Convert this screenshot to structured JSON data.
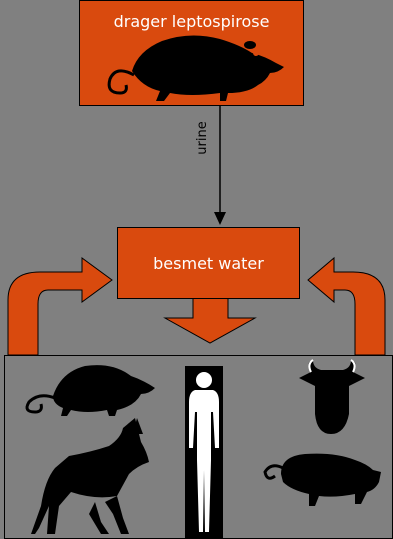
{
  "diagram": {
    "source_label": "drager leptospirose",
    "transmission_label": "urine",
    "medium_label": "besmet water",
    "hosts": [
      "rat",
      "dog",
      "human",
      "cow",
      "pig"
    ]
  },
  "colors": {
    "background": "#808080",
    "box_fill": "#d94a0e",
    "silhouette": "#000000",
    "human": "#ffffff"
  }
}
